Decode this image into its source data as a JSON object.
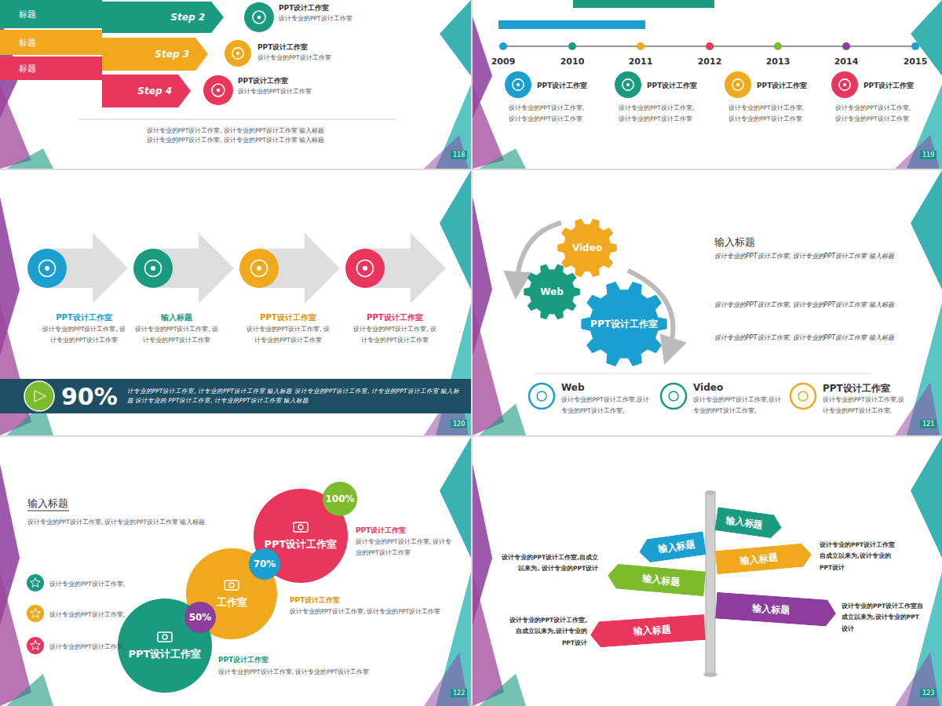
{
  "diagram": {
    "nodes": [
      {
        "text": [
          "标题"
        ]
      },
      {
        "text": [
          "标题"
        ]
      },
      {
        "text": [
          "标题"
        ]
      },
      {
        "text": [
          "Step 2"
        ]
      },
      {
        "text": [
          "Step 3"
        ]
      },
      {
        "text": [
          "Step 4"
        ]
      },
      {
        "text": [
          "90%",
          "计专业的PPT设计工作室, 计专业的PPT设计工作室 输入标题 设计专业的PPT设计工作室, 计专业的PPT设计工作室 输入标题 设计专业的 PPT设计工作室, 计专业的PPT设计工作室 输入标题"
        ]
      },
      {
        "text": [
          "Video"
        ]
      },
      {
        "text": [
          "Web"
        ]
      },
      {
        "text": [
          "PPT设计工作室"
        ]
      },
      {
        "text": [
          "100%"
        ]
      },
      {
        "text": [
          "PPT设计工作室"
        ]
      },
      {
        "text": [
          "70%"
        ]
      },
      {
        "text": [
          "工作室"
        ]
      },
      {
        "text": [
          "50%"
        ]
      },
      {
        "text": [
          "PPT设计工作室"
        ]
      },
      {
        "text": [
          "输入标题"
        ]
      },
      {
        "text": [
          "输入标题"
        ]
      },
      {
        "text": [
          "输入标题"
        ]
      },
      {
        "text": [
          "输入标题"
        ]
      },
      {
        "text": [
          "输入标题"
        ]
      },
      {
        "text": [
          "输入标题"
        ]
      }
    ],
    "labels": [
      "PPT设计工作室",
      "设计专业的PPT设计工作室",
      "PPT设计工作室",
      "设计专业的PPT设计工作室",
      "PPT设计工作室",
      "设计专业的PPT设计工作室",
      "设计专业的PPT设计工作室, 设计专业的PPT设计工作室 输入标题",
      "设计专业的PPT设计工作室, 设计专业的PPT设计工作室 输入标题",
      "118",
      "2009",
      "2010",
      "2011",
      "2012",
      "2013",
      "2014",
      "2015",
      "PPT设计工作室",
      "设计专业的PPT设计工作室, 设计专业的PPT设计工作室",
      "PPT设计工作室",
      "设计专业的PPT设计工作室, 设计专业的PPT设计工作室",
      "PPT设计工作室",
      "设计专业的PPT设计工作室, 设计专业的PPT设计工作室",
      "PPT设计工作室",
      "设计专业的PPT设计工作室, 设计专业的PPT设计工作室",
      "119",
      "PPT设计工作室",
      "设计专业的PPT设计工作室, 设计专业的PPT设计工作室",
      "输入标题",
      "设计专业的PPT设计工作室, 设计专业的PPT设计工作室",
      "PPT设计工作室",
      "设计专业的PPT设计工作室, 设计专业的PPT设计工作室",
      "PPT设计工作室",
      "设计专业的PPT设计工作室, 设计专业的PPT设计工作室",
      "120",
      "输入标题",
      "设计专业的PPT设计工作室, 设计专业的PPT设计工作室 输入标题",
      "设计专业的PPT设计工作室, 设计专业的PPT设计工作室 输入标题",
      "设计专业的PPT设计工作室, 设计专业的PPT设计工作室 输入标题",
      "Web",
      "设计专业的PPT设计工作室,设计专业的PPT设计工作室,",
      "Video",
      "设计专业的PPT设计工作室,设计专业的PPT设计工作室,",
      "PPT设计工作室",
      "设计专业的PPT设计工作室,设计专业的PPT设计工作室,",
      "121",
      "输入标题",
      "设计专业的PPT设计工作室, 设计专业的PPT设计工作室 输入标题",
      "设计专业的PPT设计工作室,",
      "设计专业的PPT设计工作室,",
      "设计专业的PPT设计工作室,",
      "PPT设计工作室",
      "设计专业的PPT设计工作室, 设计专业的PPT设计工作室",
      "PPT设计工作室",
      "设计专业的PPT设计工作室, 设计专业的PPT设计工作室",
      "PPT设计工作室",
      "设计专业的PPT设计工作室, 设计专业的PPT设计工作室",
      "122",
      "设计专业的PPT设计工作室自成立以来为,设计专业的PPT设计",
      "设计专业的PPT设计工作室,自成立以来为, 设计专业的PPT设计",
      "设计专业的PPT设计工作室自成立以来为,设计专业的PPT设计",
      "设计专业的PPT设计工作室,自成立以来为,设计专业的PPT设计",
      "123"
    ]
  }
}
